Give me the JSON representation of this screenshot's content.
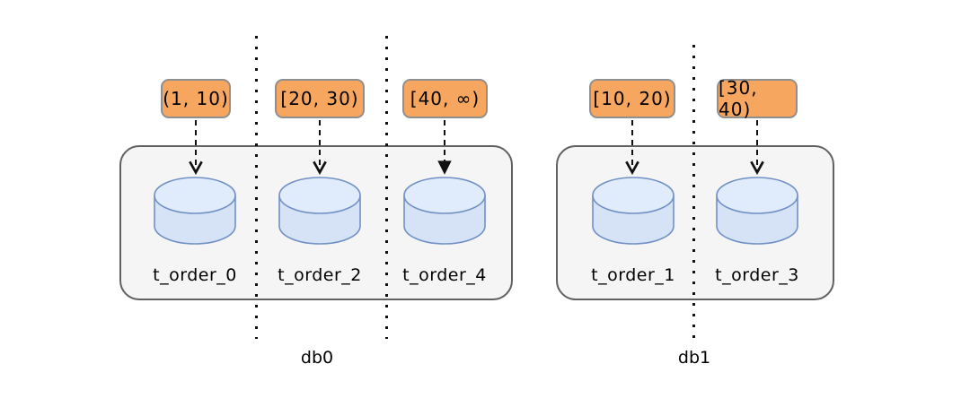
{
  "diagram": {
    "kind": "database-sharding-diagram",
    "databases": [
      {
        "name": "db0",
        "shards": [
          {
            "range": "(1, 10)",
            "table": "t_order_0"
          },
          {
            "range": "[20, 30)",
            "table": "t_order_2"
          },
          {
            "range": "[40, ∞)",
            "table": "t_order_4"
          }
        ]
      },
      {
        "name": "db1",
        "shards": [
          {
            "range": "[10, 20)",
            "table": "t_order_1"
          },
          {
            "range": "[30, 40)",
            "table": "t_order_3"
          }
        ]
      }
    ],
    "colors": {
      "range_label_bg": "#F7A65F",
      "range_label_border": "#8F8F8F",
      "cylinder_fill": "#D6E3F7",
      "cylinder_top_fill": "#E0EBFB",
      "cylinder_stroke": "#7191C4",
      "container_bg": "#F5F5F5",
      "container_border": "#616161",
      "background": "#FFFFFF"
    }
  }
}
